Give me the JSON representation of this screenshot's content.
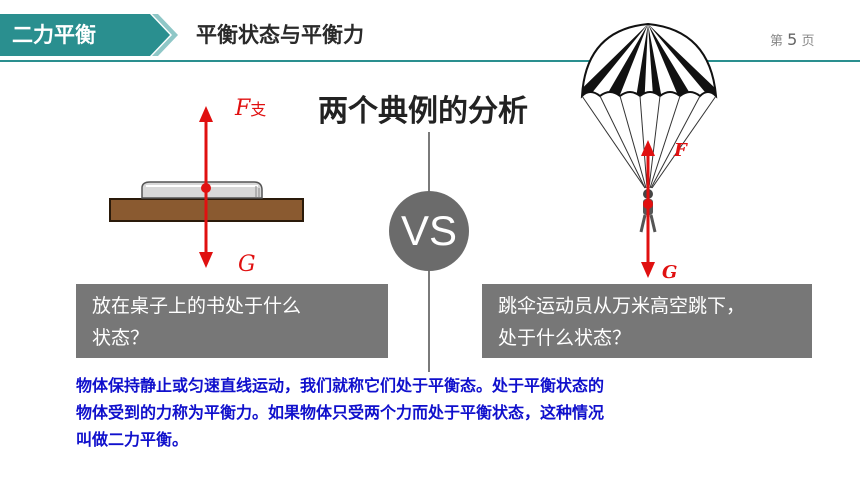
{
  "header": {
    "section": "二力平衡",
    "title": "平衡状态与平衡力",
    "page_prefix": "第",
    "page_number": "5",
    "page_suffix": "页"
  },
  "main": {
    "title": "两个典例的分析",
    "vs": "VS",
    "left_question": [
      "放在桌子上的书处于什么",
      "状态？"
    ],
    "right_question": [
      "跳伞运动员从万米高空跳下，",
      "处于什么状态？"
    ],
    "description": [
      "物体保持静止或匀速直线运动，我们就称它们处于平衡态。处于平衡状态的",
      "物体受到的力称为平衡力。如果物体只受两个力而处于平衡状态，这种情况",
      "叫做二力平衡。"
    ]
  },
  "forces": {
    "book_support": "F",
    "book_support_sub": "支",
    "book_gravity": "G",
    "para_pull": "F",
    "para_gravity": "G"
  },
  "colors": {
    "header_teal": "#2a8f8f",
    "arrow_light": "#8fc7c7",
    "force_red": "#e01010",
    "desc_blue": "#1010cc",
    "box_gray": "#777777"
  }
}
